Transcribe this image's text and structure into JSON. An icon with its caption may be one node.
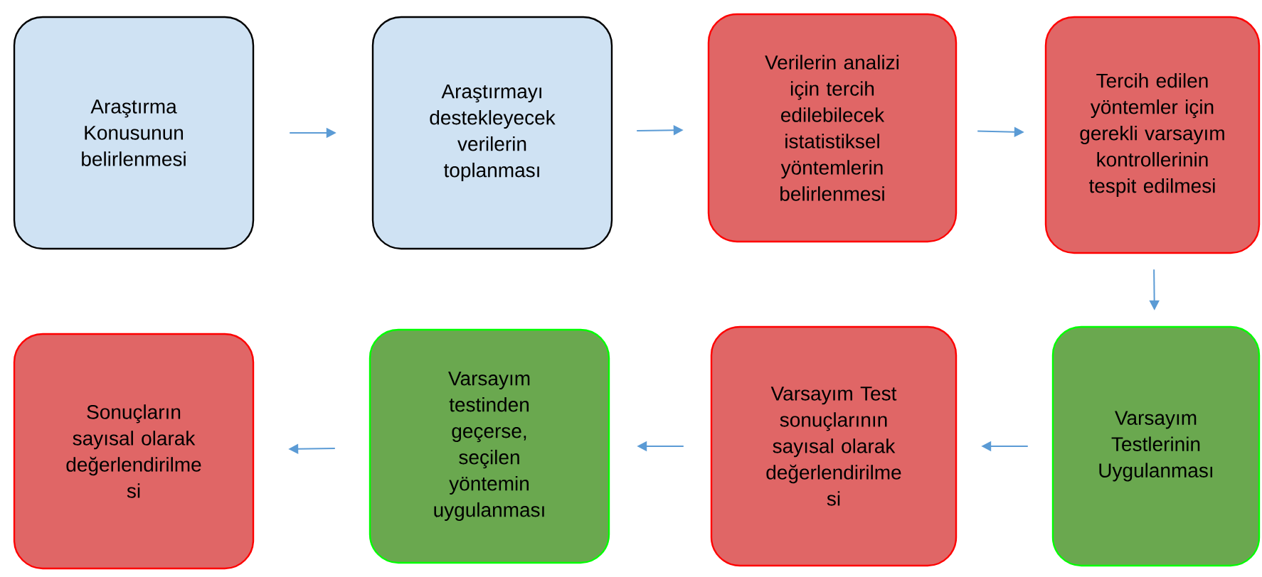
{
  "diagram": {
    "nodes": [
      {
        "text": [
          "Araştırma Konusunun belirlenmesi"
        ]
      },
      {
        "text": [
          "Araştırmayı destekleyecek verilerin toplanması"
        ]
      },
      {
        "text": [
          "Verilerin analizi için tercih edilebilecek istatistiksel yöntemlerin belirlenmesi"
        ]
      },
      {
        "text": [
          "Tercih edilen yöntemler için gerekli varsayım kontrollerinin tespit edilmesi"
        ]
      },
      {
        "text": [
          "Varsayım Testlerinin Uygulanması"
        ]
      },
      {
        "text": [
          "Varsayım Test sonuçlarının sayısal olarak değerlendirilme si"
        ]
      },
      {
        "text": [
          "Varsayım testinden geçerse, seçilen yöntemin uygulanması"
        ]
      },
      {
        "text": [
          "Sonuçların sayısal olarak değerlendirilme si"
        ]
      }
    ],
    "edges": [
      {
        "from": 0,
        "to": 1,
        "arrow": "to"
      },
      {
        "from": 1,
        "to": 2,
        "arrow": "to"
      },
      {
        "from": 2,
        "to": 3,
        "arrow": "to"
      },
      {
        "from": 3,
        "to": 4,
        "arrow": "to"
      },
      {
        "from": 4,
        "to": 5,
        "arrow": "to"
      },
      {
        "from": 5,
        "to": 6,
        "arrow": "to"
      },
      {
        "from": 6,
        "to": 7,
        "arrow": "to"
      }
    ]
  }
}
